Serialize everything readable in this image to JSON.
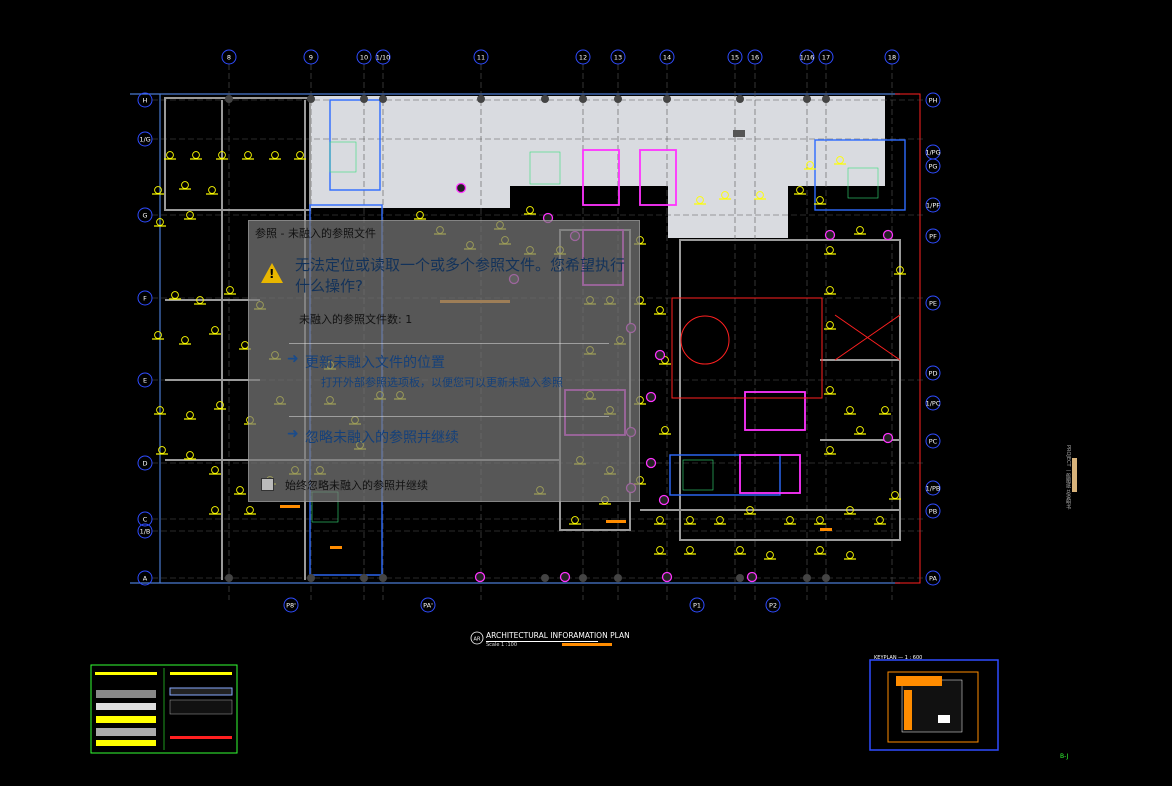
{
  "grid_columns_top": [
    "8",
    "9",
    "10",
    "1/10",
    "11",
    "12",
    "13",
    "14",
    "15",
    "16",
    "1/16",
    "17",
    "18"
  ],
  "grid_rows_left": [
    "H",
    "1/G",
    "G",
    "F",
    "E",
    "D",
    "C",
    "1/B",
    "A"
  ],
  "grid_rows_right": [
    "PH",
    "1/PG",
    "PG",
    "1/PF",
    "PF",
    "PE",
    "PD",
    "1/PC",
    "PC",
    "1/PB",
    "PB",
    "PA"
  ],
  "grid_bottom_tags": [
    "P8'",
    "PA'",
    "P1",
    "P2"
  ],
  "plan": {
    "tag": "AR",
    "title": "ARCHITECTURAL INFORAMATION PLAN",
    "scale": "Scale 1 :100"
  },
  "keyplan_label": "KEYPLAN — 1 : 600",
  "side_label": "PROJECT 一般图纸 总说明书",
  "corner_tag": "B-J",
  "dialog": {
    "title": "参照 - 未融入的参照文件",
    "heading": "无法定位或读取一个或多个参照文件。您希望执行什么操作?",
    "count_label": "未融入的参照文件数: 1",
    "option1_title": "更新未融入文件的位置",
    "option1_desc": "打开外部参照选项板，以便您可以更新未融入参照",
    "option2_title": "忽略未融入的参照并继续",
    "checkbox_label": "始终忽略未融入的参照并继续"
  },
  "colors": {
    "background": "#000000",
    "grid_bubble": "#2f4cff",
    "wall_gray": "#9a9a9a",
    "fill_light": "#d9dbe0",
    "tag_yellow": "#ffff00",
    "accent_magenta": "#ff33ff",
    "accent_red": "#ff2020",
    "accent_orange": "#ff8c00",
    "dialog_bg": "#7a7a7a"
  }
}
